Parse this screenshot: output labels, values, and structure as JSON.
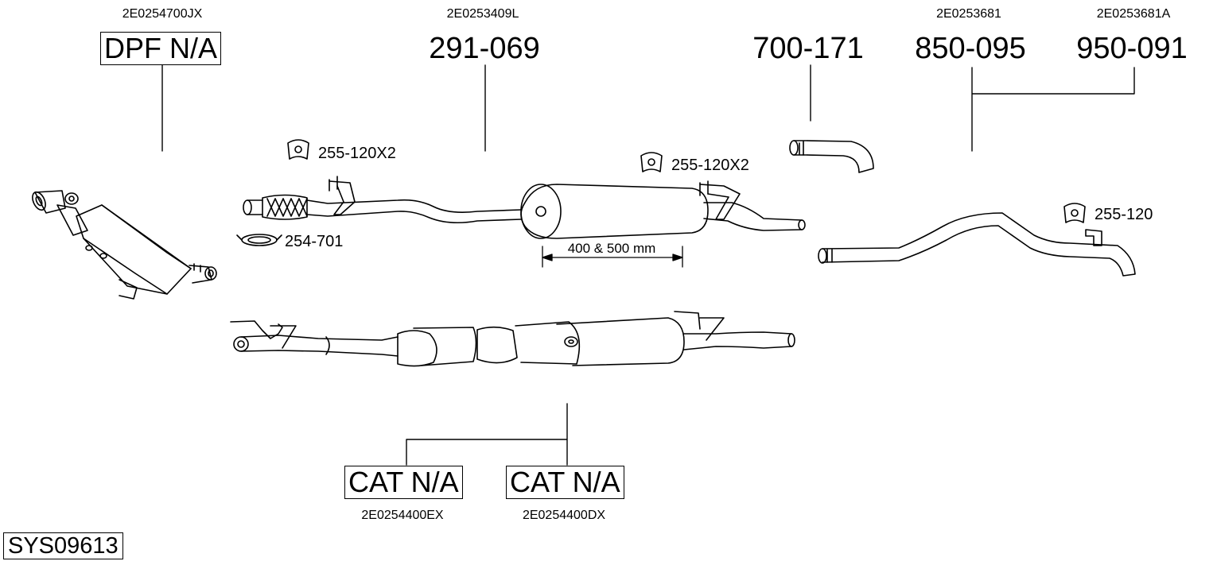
{
  "parts": {
    "dpf": {
      "oe": "2E0254700JX",
      "part": "DPF N/A"
    },
    "center": {
      "oe": "2E0253409L",
      "part": "291-069"
    },
    "tip": {
      "part": "700-171"
    },
    "rear1": {
      "oe": "2E0253681",
      "part": "850-095"
    },
    "rear2": {
      "oe": "2E0253681A",
      "part": "950-091"
    },
    "cat1": {
      "oe": "2E0254400EX",
      "part": "CAT N/A"
    },
    "cat2": {
      "oe": "2E0254400DX",
      "part": "CAT N/A"
    }
  },
  "accessories": {
    "mount1": "255-120X2",
    "mount2": "255-120X2",
    "mount3": "255-120",
    "clamp": "254-701"
  },
  "dimension": "400 & 500 mm",
  "system_id": "SYS09613"
}
